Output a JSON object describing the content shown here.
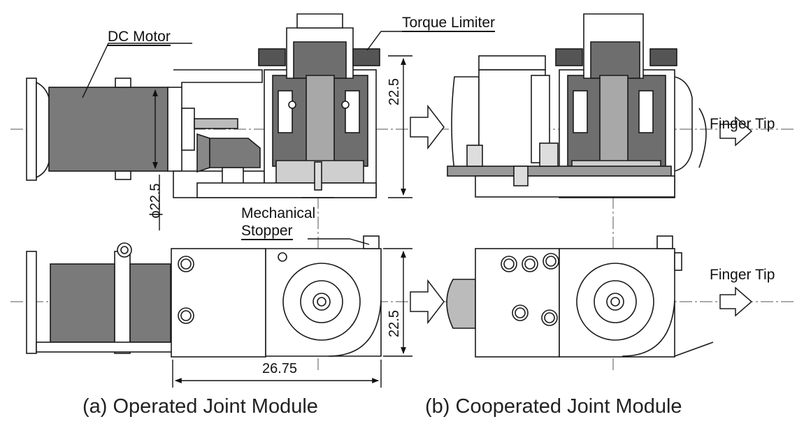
{
  "labels": {
    "dc_motor": "DC Motor",
    "torque_limiter": "Torque Limiter",
    "finger_tip_top": "Finger Tip",
    "finger_tip_bottom": "Finger Tip",
    "mechanical_stopper_line1": "Mechanical",
    "mechanical_stopper_line2": "Stopper"
  },
  "dimensions": {
    "motor_diameter": "ϕ22.5",
    "height_top": "22.5",
    "height_bottom": "22.5",
    "width_bottom": "26.75"
  },
  "captions": {
    "a": "(a) Operated Joint Module",
    "b": "(b) Cooperated Joint Module"
  },
  "colors": {
    "motor_gray": "#7a7a7a",
    "dark_part": "#6e6e6e",
    "mid_part": "#a8a8a8",
    "light_part": "#cfcfcf",
    "line": "#1a1a1a"
  }
}
